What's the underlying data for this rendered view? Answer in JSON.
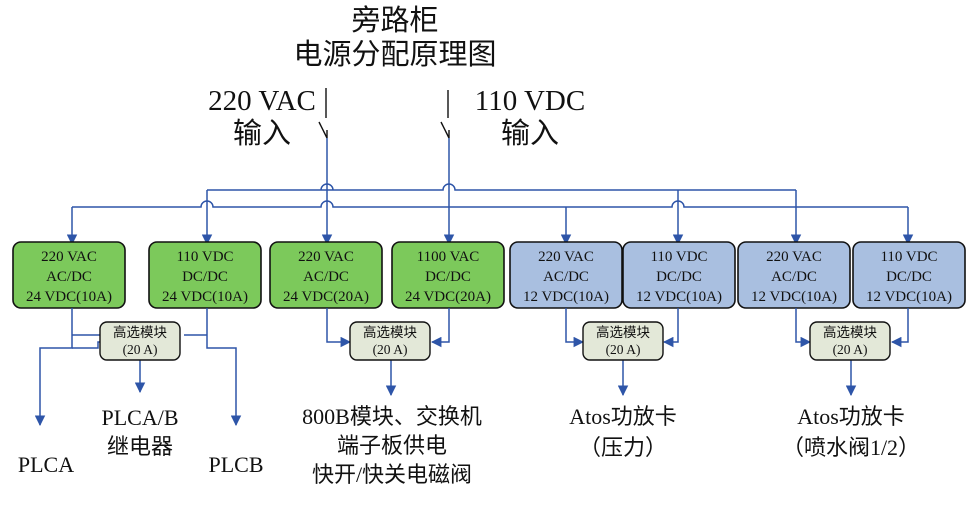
{
  "title": {
    "line1": "旁路柜",
    "line2": "电源分配原理图"
  },
  "inputs": [
    {
      "voltage": "220 VAC",
      "label": "输入"
    },
    {
      "voltage": "110 VDC",
      "label": "输入"
    }
  ],
  "modules": [
    {
      "lines": [
        "220 VAC",
        "AC/DC",
        "24 VDC(10A)"
      ],
      "color": "#7cc95b"
    },
    {
      "lines": [
        "110 VDC",
        "DC/DC",
        "24 VDC(10A)"
      ],
      "color": "#7cc95b"
    },
    {
      "lines": [
        "220 VAC",
        "AC/DC",
        "24 VDC(20A)"
      ],
      "color": "#7cc95b"
    },
    {
      "lines": [
        "1100 VAC",
        "DC/DC",
        "24 VDC(20A)"
      ],
      "color": "#7cc95b"
    },
    {
      "lines": [
        "220 VAC",
        "AC/DC",
        "12 VDC(10A)"
      ],
      "color": "#a9bfe0"
    },
    {
      "lines": [
        "110 VDC",
        "DC/DC",
        "12 VDC(10A)"
      ],
      "color": "#a9bfe0"
    },
    {
      "lines": [
        "220 VAC",
        "AC/DC",
        "12 VDC(10A)"
      ],
      "color": "#a9bfe0"
    },
    {
      "lines": [
        "110 VDC",
        "DC/DC",
        "12 VDC(10A)"
      ],
      "color": "#a9bfe0"
    }
  ],
  "selectors": [
    {
      "lines": [
        "高选模块",
        "(20 A)"
      ]
    },
    {
      "lines": [
        "高选模块",
        "(20 A)"
      ]
    },
    {
      "lines": [
        "高选模块",
        "(20 A)"
      ]
    },
    {
      "lines": [
        "高选模块",
        "(20 A)"
      ]
    }
  ],
  "outputs": {
    "plca": "PLCA",
    "plcab": [
      "PLCA/B",
      "继电器"
    ],
    "plcb": "PLCB",
    "group2": [
      "800B模块、交换机",
      "端子板供电",
      "快开/快关电磁阀"
    ],
    "group3": [
      "Atos功放卡",
      "（压力）"
    ],
    "group4": [
      "Atos功放卡",
      "（喷水阀1/2）"
    ]
  },
  "colors": {
    "wire": "#2e55a8",
    "green_module": "#7cc95b",
    "blue_module": "#a9bfe0",
    "selector": "#e3e8d8"
  }
}
